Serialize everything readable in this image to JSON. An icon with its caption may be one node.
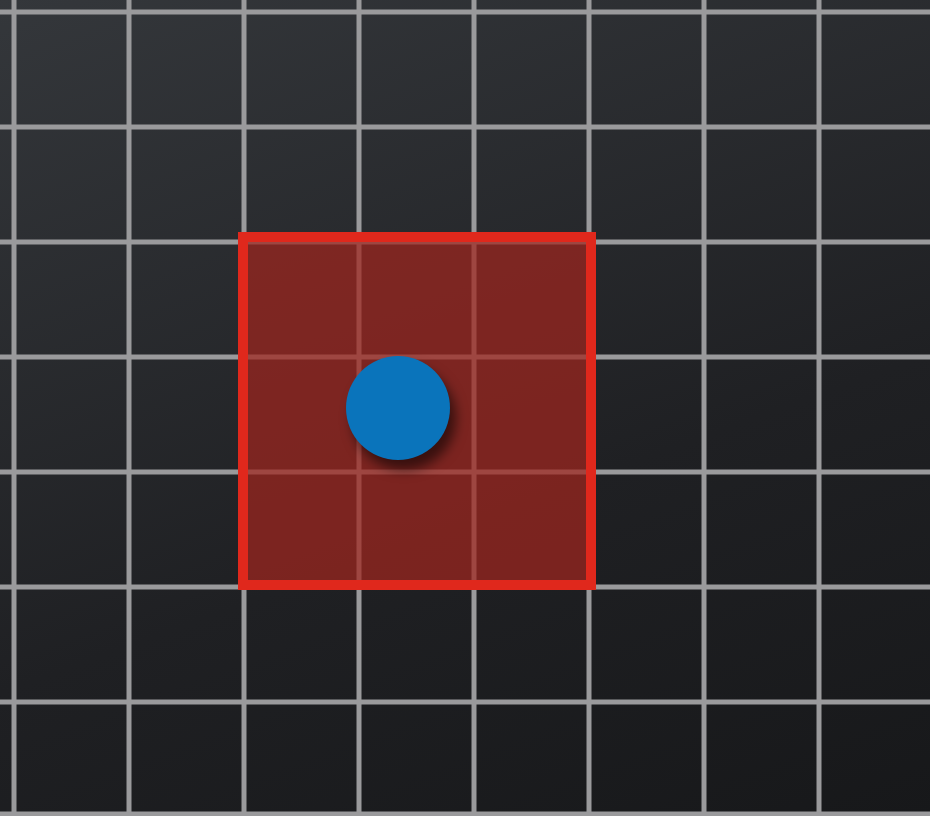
{
  "diagram": {
    "nodes": [
      {
        "text": [],
        "shape": "box"
      },
      {
        "text": [],
        "shape": "circle",
        "in": 0
      }
    ]
  }
}
